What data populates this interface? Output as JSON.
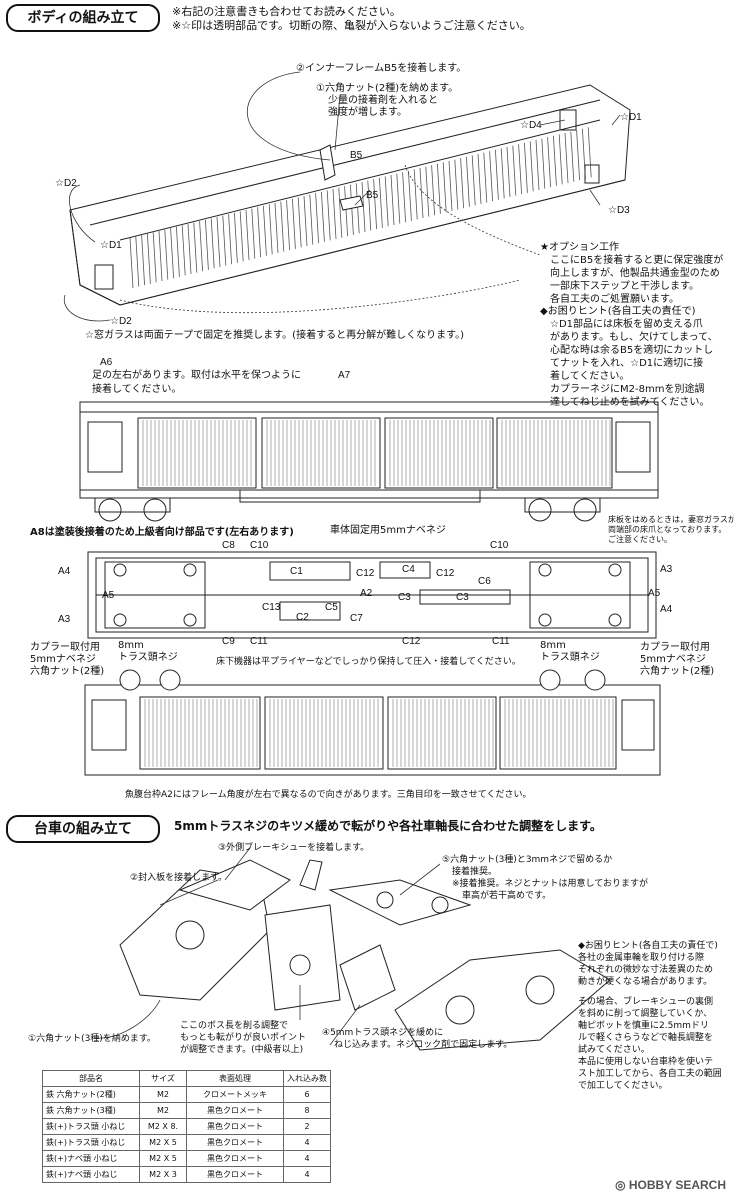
{
  "body_section": {
    "title": "ボディの組み立て",
    "intro": [
      "※右記の注意書きも合わせてお読みください。",
      "※☆印は透明部品です。切断の際、亀裂が入らないようご注意ください。"
    ],
    "step1": "①六角ナット(2種)を納めます。",
    "step1b": "少量の接着剤を入れると",
    "step1c": "強度が増します。",
    "step2": "②インナーフレームB5を接着します。",
    "part_b5_top": "B5",
    "part_b5_mid": "B5",
    "d1_left": "☆D1",
    "d2_top": "☆D2",
    "d2_bottom": "☆D2",
    "d1_right": "☆D1",
    "d3": "☆D3",
    "d4": "☆D4",
    "glass_note": "☆窓ガラスは両面テープで固定を推奨します。(接着すると再分解が難しくなります。)",
    "option_title": "★オプション工作",
    "option_lines": [
      "ここにB5を接着すると更に保定強度が",
      "向上しますが、他製品共通金型のため",
      "一部床下ステップと干渉します。",
      "各自工夫のご処置願います。"
    ],
    "help_title": "◆お困りヒント(各自工夫の責任で)",
    "help_lines": [
      "☆D1部品には床板を留め支える爪",
      "があります。もし、欠けてしまって、",
      "心配な時は余るB5を適切にカットし",
      "てナットを入れ、☆D1に適切に接",
      "着してください。",
      "カプラーネジにM2-8mmを別途調",
      "達してねじ止めを試みてください。"
    ],
    "a6_label": "A6",
    "a6_note1": "足の左右があります。取付は水平を保つように",
    "a6_note2": "接着してください。",
    "a7_label": "A7",
    "a8_note": "A8は塗装後接着のため上級者向け部品です(左右あります)",
    "screw_note": "車体固定用5mmナベネジ",
    "floor_note1": "床板をはめるときは，妻窓ガラスが",
    "floor_note2": "両端部の床爪となっております。",
    "floor_note3": "ご注意ください。",
    "under_labels": {
      "c8": "C8",
      "c10a": "C10",
      "c10b": "C10",
      "a4l": "A4",
      "a3r": "A3",
      "c1": "C1",
      "c12a": "C12",
      "c4": "C4",
      "c12b": "C12",
      "c6": "C6",
      "a5l": "A5",
      "a2": "A2",
      "c3a": "C3",
      "c3b": "C3",
      "a5r": "A5",
      "a3l": "A3",
      "c13": "C13",
      "c5": "C5",
      "c2": "C2",
      "c7": "C7",
      "a4r": "A4",
      "c9": "C9",
      "c11a": "C11",
      "c12c": "C12",
      "c11b": "C11"
    },
    "coupler_left": [
      "カプラー取付用",
      "5mmナベネジ",
      "六角ナット(2種)"
    ],
    "truss_left": [
      "8mm",
      "トラス頭ネジ"
    ],
    "truss_right": [
      "8mm",
      "トラス頭ネジ"
    ],
    "coupler_right": [
      "カプラー取付用",
      "5mmナベネジ",
      "六角ナット(2種)"
    ],
    "underfloor_note": "床下機器は平プライヤーなどでしっかり保持して圧入・接着してください。",
    "a2_note": "魚腹台枠A2にはフレーム角度が左右で異なるので向きがあります。三角目印を一致させてください。"
  },
  "bogie_section": {
    "title": "台車の組み立て",
    "headline": "5mmトラスネジのキツメ緩めで転がりや各社車軸長に合わせた調整をします。",
    "s3": "③外側ブレーキシューを接着します。",
    "s2": "②封入板を接着します。",
    "s5a": "⑤六角ナット(3種)と3mmネジで留めるか",
    "s5b": "接着推奨。",
    "s5c": "※接着推奨。ネジとナットは用意しておりますが",
    "s5d": "車高が若干高めです。",
    "s1": "①六角ナット(3種)を納めます。",
    "boss1": "ここのボス長を削る調整で",
    "boss2": "もっとも転がりが良いポイント",
    "boss3": "が調整できます。(中級者以上)",
    "s4a": "④5mmトラス頭ネジを緩めに",
    "s4b": "ねじ込みます。ネジロック剤で固定します。",
    "help_title": "◆お困りヒント(各自工夫の責任で)",
    "help_lines": [
      "各社の金属車輪を取り付ける際",
      "それぞれの微妙な寸法差異のため",
      "動きが硬くなる場合があります。",
      "",
      "その場合、ブレーキシューの裏側",
      "を斜めに削って調整していくか、",
      "軸ピボットを慎重に2.5mmドリ",
      "ルで軽くさらうなどで軸長調整を",
      "試みてください。",
      "本品に使用しない台車枠を使いテ",
      "スト加工してから、各自工夫の範囲",
      "で加工してください。"
    ]
  },
  "parts_table": {
    "headers": [
      "部品名",
      "サイズ",
      "表面処理",
      "入れ込み数"
    ],
    "rows": [
      [
        "鉄 六角ナット(2種)",
        "M2",
        "クロメートメッキ",
        "6"
      ],
      [
        "鉄 六角ナット(3種)",
        "M2",
        "黒色クロメート",
        "8"
      ],
      [
        "鉄(+)トラス頭 小ねじ",
        "M2 X 8.",
        "黒色クロメート",
        "2"
      ],
      [
        "鉄(+)トラス頭 小ねじ",
        "M2 X 5",
        "黒色クロメート",
        "4"
      ],
      [
        "鉄(+)ナベ頭 小ねじ",
        "M2 X 5",
        "黒色クロメート",
        "4"
      ],
      [
        "鉄(+)ナベ頭 小ねじ",
        "M2 X 3",
        "黒色クロメート",
        "4"
      ]
    ]
  },
  "watermark": "HOBBY SEARCH"
}
